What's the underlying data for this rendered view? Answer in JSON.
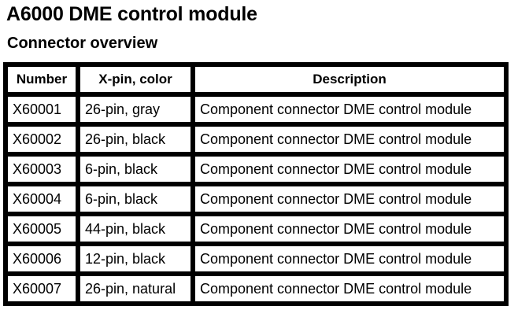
{
  "document": {
    "title": "A6000 DME control module",
    "subtitle": "Connector overview"
  },
  "table": {
    "headers": [
      "Number",
      "X-pin, color",
      "Description"
    ],
    "rows": [
      {
        "number": "X60001",
        "pin_color": "26-pin, gray",
        "description": "Component connector DME control module"
      },
      {
        "number": "X60002",
        "pin_color": "26-pin, black",
        "description": "Component connector DME control module"
      },
      {
        "number": "X60003",
        "pin_color": "6-pin, black",
        "description": "Component connector DME control module"
      },
      {
        "number": "X60004",
        "pin_color": "6-pin, black",
        "description": "Component connector DME control module"
      },
      {
        "number": "X60005",
        "pin_color": "44-pin, black",
        "description": "Component connector DME control module"
      },
      {
        "number": "X60006",
        "pin_color": "12-pin, black",
        "description": "Component connector DME control module"
      },
      {
        "number": "X60007",
        "pin_color": "26-pin, natural",
        "description": "Component connector DME control module"
      }
    ]
  }
}
